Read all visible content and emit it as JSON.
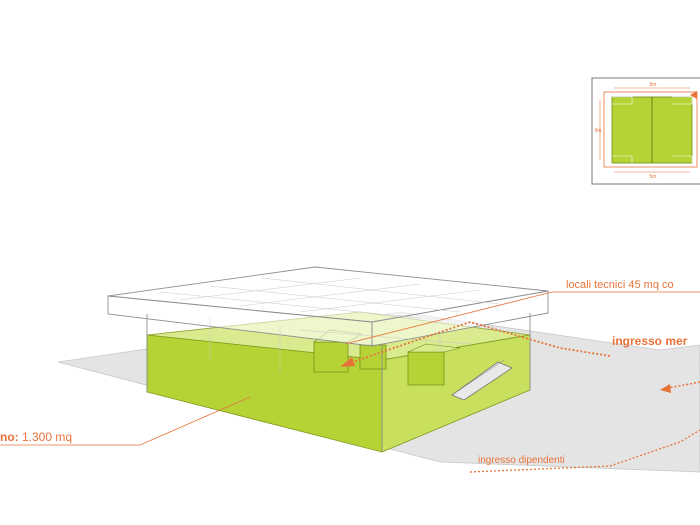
{
  "inset_plan": {
    "dim_top": "5m",
    "dim_side": "9m",
    "dim_bottom": "5m"
  },
  "labels": {
    "locali_tecnici": "locali tecnici 45 mq co",
    "ingresso_merci": "ingresso mer",
    "area_interrato": "no: 1.300 mq",
    "ingresso_dipendenti": "ingresso dipendenti"
  },
  "colors": {
    "accent_orange": "#e8733a",
    "lime_fill": "#b5d335",
    "lime_light": "#d9ea8f",
    "ground_grey": "#e4e4e4",
    "line_grey": "#9a9a9a"
  }
}
